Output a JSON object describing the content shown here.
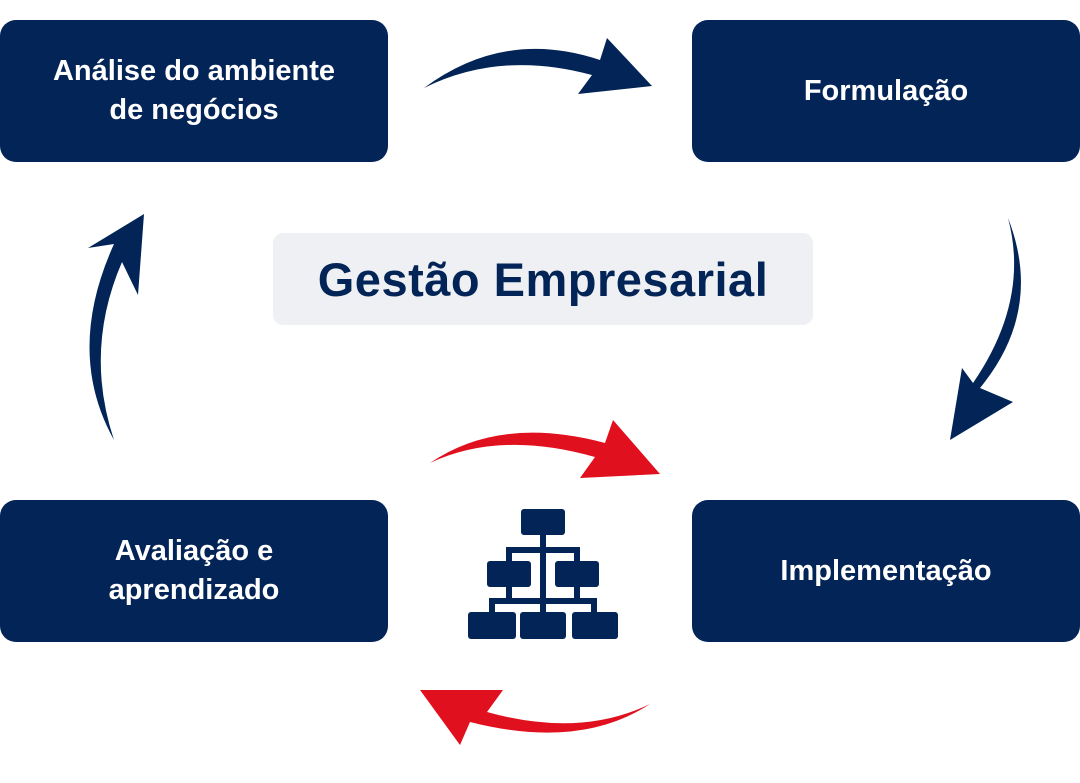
{
  "title": "Gestão Empresarial",
  "steps": {
    "top_left": "Análise do ambiente\nde negócios",
    "top_right": "Formulação",
    "bottom_right": "Implementação",
    "bottom_left": "Avaliação e\naprendizado"
  },
  "colors": {
    "navy": "#032456",
    "red": "#e0101e",
    "pill_bg": "#eef0f3",
    "box_text": "#ffffff"
  },
  "icons": {
    "center": "org-chart-icon",
    "outer_arrows": "curved-arrow-icon",
    "inner_arrows": "curved-arrow-icon"
  }
}
